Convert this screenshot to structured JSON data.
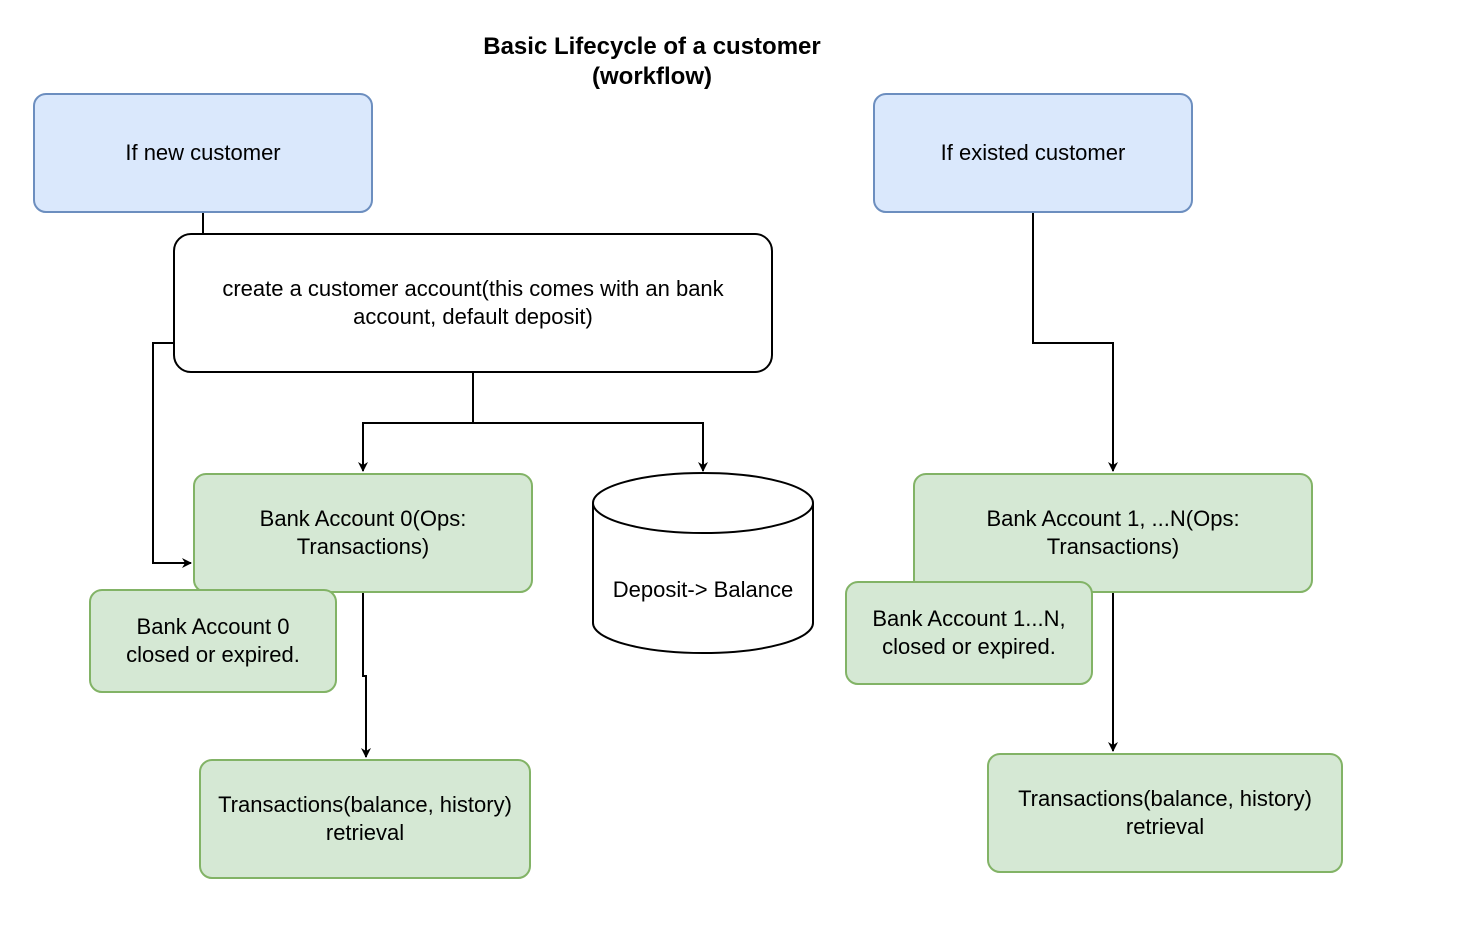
{
  "title": {
    "line1": "Basic Lifecycle of a customer",
    "line2": "(workflow)"
  },
  "nodes": {
    "new_customer": "If new customer",
    "existed_customer": "If existed customer",
    "create_account": {
      "line1": "create a customer account(this comes with an bank",
      "line2": "account, default deposit)"
    },
    "bank_account_0": {
      "line1": "Bank Account 0(Ops:",
      "line2": "Transactions)"
    },
    "bank_account_0_closed": {
      "line1": "Bank Account 0",
      "line2": "closed or expired."
    },
    "deposit_balance": "Deposit-> Balance",
    "bank_account_n": {
      "line1": "Bank Account 1, ...N(Ops:",
      "line2": "Transactions)"
    },
    "bank_account_n_closed": {
      "line1": "Bank Account 1...N,",
      "line2": "closed or expired."
    },
    "transactions_left": {
      "line1": "Transactions(balance, history)",
      "line2": "retrieval"
    },
    "transactions_right": {
      "line1": "Transactions(balance, history)",
      "line2": "retrieval"
    }
  },
  "colors": {
    "entry_fill": "#dae8fc",
    "entry_stroke": "#6c8ebf",
    "account_fill": "#d5e8d4",
    "account_stroke": "#82b366",
    "connector": "#000000"
  }
}
